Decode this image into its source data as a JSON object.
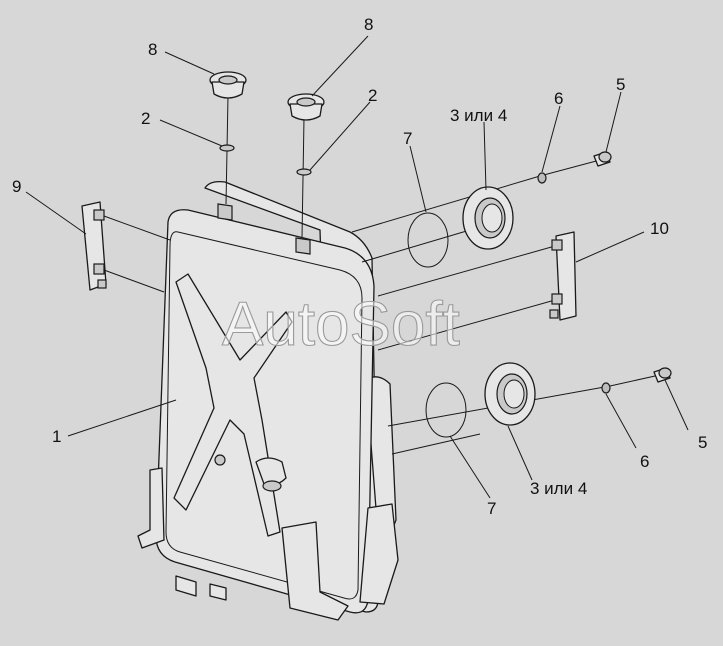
{
  "diagram": {
    "watermark": "AutoSoft",
    "callouts": [
      {
        "id": "label-1",
        "text": "1"
      },
      {
        "id": "label-2a",
        "text": "2"
      },
      {
        "id": "label-2b",
        "text": "2"
      },
      {
        "id": "label-3a",
        "text": "3 или 4"
      },
      {
        "id": "label-3b",
        "text": "3 или 4"
      },
      {
        "id": "label-5a",
        "text": "5"
      },
      {
        "id": "label-5b",
        "text": "5"
      },
      {
        "id": "label-6a",
        "text": "6"
      },
      {
        "id": "label-6b",
        "text": "6"
      },
      {
        "id": "label-7a",
        "text": "7"
      },
      {
        "id": "label-7b",
        "text": "7"
      },
      {
        "id": "label-8a",
        "text": "8"
      },
      {
        "id": "label-8b",
        "text": "8"
      },
      {
        "id": "label-9",
        "text": "9"
      },
      {
        "id": "label-10",
        "text": "10"
      }
    ]
  }
}
